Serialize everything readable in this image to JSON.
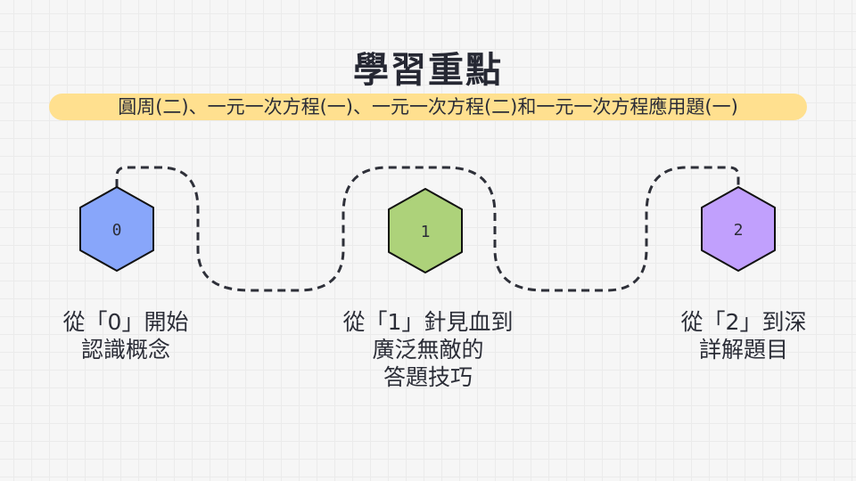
{
  "title": "學習重點",
  "subtitle": "圓周(二)、一元一次方程(一)、一元一次方程(二)和一元一次方程應用題(一)",
  "steps": [
    {
      "number": "0",
      "color": "#88a6fa",
      "label_lines": [
        "從「0」開始",
        "認識概念"
      ]
    },
    {
      "number": "1",
      "color": "#add27a",
      "label_lines": [
        "從「1」針見血到",
        "廣泛無敵的",
        "答題技巧"
      ]
    },
    {
      "number": "2",
      "color": "#c1a0fd",
      "label_lines": [
        "從「2」到深",
        "詳解題目"
      ]
    }
  ]
}
